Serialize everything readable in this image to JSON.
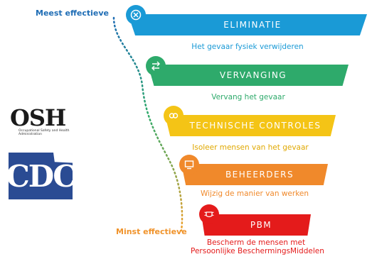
{
  "scale": {
    "top_label": "Meest effectieve",
    "bottom_label": "Minst effectieve"
  },
  "logos": {
    "osha": "OSH",
    "osha_sub": "Occupational Safety and Health Administration",
    "cdc": "CDC"
  },
  "levels": [
    {
      "title": "ELIMINATIE",
      "description": "Het gevaar fysiek verwijderen",
      "color": "#1a9ad6",
      "icon": "circle-x-icon"
    },
    {
      "title": "VERVANGING",
      "description": "Vervang het gevaar",
      "color": "#2eaa6b",
      "icon": "swap-arrows-icon"
    },
    {
      "title": "TECHNISCHE CONTROLES",
      "description": "Isoleer mensen van het gevaar",
      "color": "#f4c416",
      "icon": "link-icon"
    },
    {
      "title": "BEHEERDERS",
      "description": "Wijzig de manier van werken",
      "color": "#f0892b",
      "icon": "monitor-icon"
    },
    {
      "title": "PBM",
      "description_line1": "Bescherm de mensen met",
      "description_line2": "Persoonlijke BeschermingsMiddelen",
      "color": "#e41b1b",
      "icon": "face-mask-icon"
    }
  ]
}
